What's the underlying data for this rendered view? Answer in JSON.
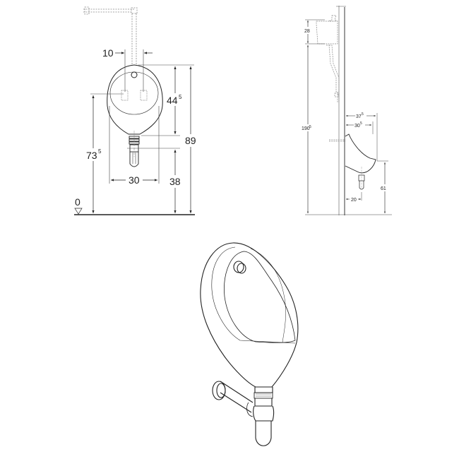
{
  "front_view": {
    "dim_top_offset": "10",
    "dim_height_top": "44",
    "dim_height_top_sup": "5",
    "dim_total_height": "89",
    "dim_rim_height": "73",
    "dim_rim_height_sup": "5",
    "dim_width": "30",
    "dim_outlet_height": "38",
    "floor_level": "0"
  },
  "side_view": {
    "dim_cistern": "28",
    "dim_cistern_height": "190",
    "dim_cistern_height_sup": "5",
    "dim_depth_outer": "37",
    "dim_depth_outer_sup": "5",
    "dim_depth_inner": "30",
    "dim_depth_inner_sup": "5",
    "dim_outlet_depth": "20",
    "dim_rim": "61"
  },
  "colors": {
    "line": "#222222",
    "hidden": "#888888",
    "dim": "#444444"
  }
}
